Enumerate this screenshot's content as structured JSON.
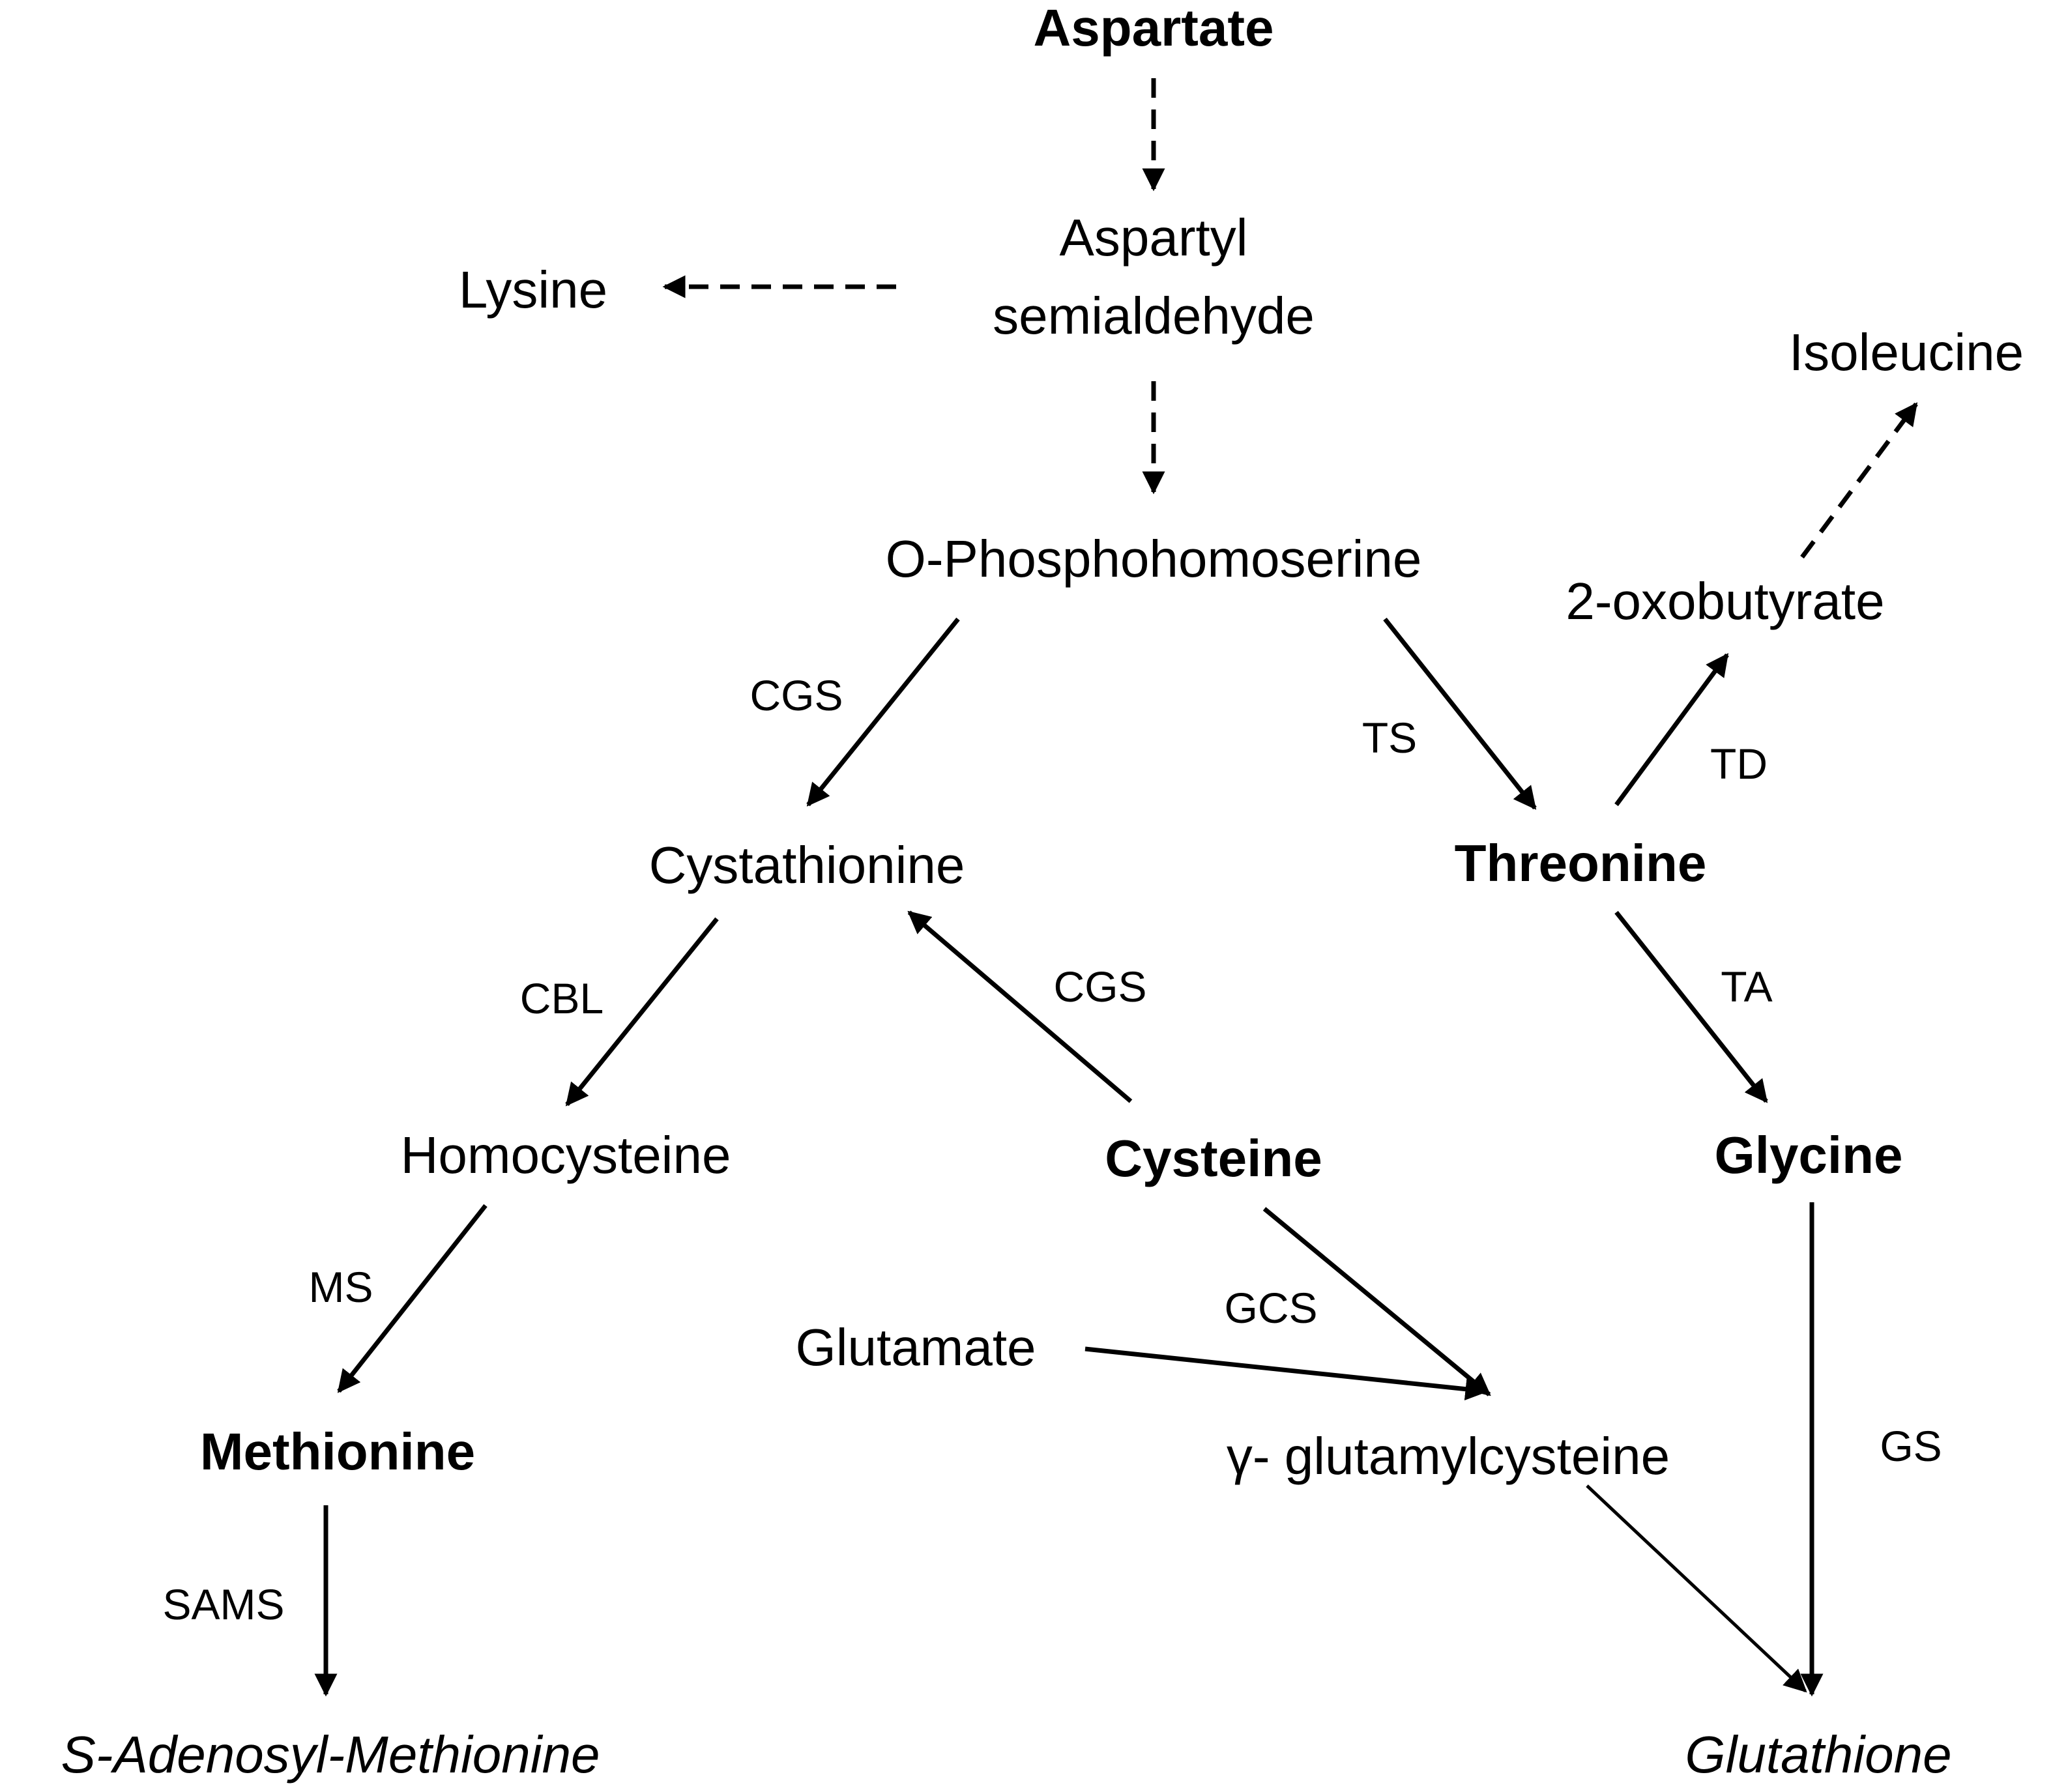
{
  "nodes": {
    "aspartate": "Aspartate",
    "aspartyl_line1": "Aspartyl",
    "aspartyl_line2": "semialdehyde",
    "lysine": "Lysine",
    "isoleucine": "Isoleucine",
    "o_phosphohomoserine": "O-Phosphohomoserine",
    "oxobutyrate": "2-oxobutyrate",
    "cystathionine": "Cystathionine",
    "threonine": "Threonine",
    "homocysteine": "Homocysteine",
    "cysteine": "Cysteine",
    "glycine": "Glycine",
    "glutamate": "Glutamate",
    "methionine": "Methionine",
    "glutamylcysteine": "γ- glutamylcysteine",
    "sam": "S-Adenosyl-Methionine",
    "glutathione": "Glutathione"
  },
  "enzymes": {
    "cgs_1": "CGS",
    "ts": "TS",
    "td": "TD",
    "cbl": "CBL",
    "cgs_2": "CGS",
    "ta": "TA",
    "ms": "MS",
    "gcs": "GCS",
    "gs": "GS",
    "sams": "SAMS"
  },
  "colors": {
    "highlight": "#e8131a",
    "default": "#000000"
  }
}
